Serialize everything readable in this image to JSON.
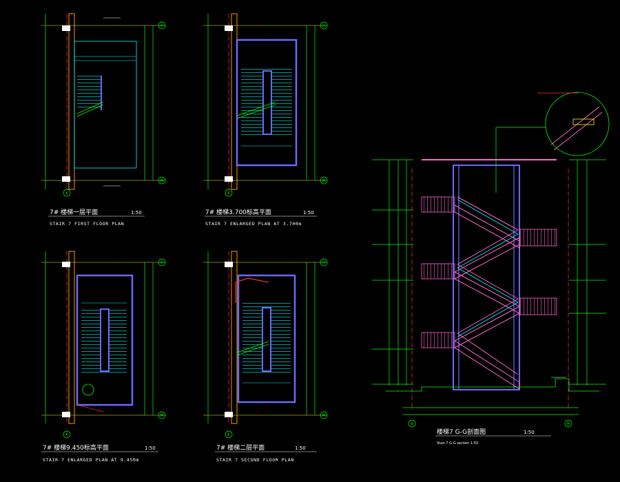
{
  "colors": {
    "background": "#000000",
    "dimension": "#00ff00",
    "axis": "#ff3030",
    "wall": "#6a6aff",
    "stair": "#00ffff",
    "column": "#ff9900",
    "railing": "#ff66cc",
    "label": "#ffffff"
  },
  "panels": [
    {
      "title": "7# 楼梯一层平面",
      "scale": "1:50",
      "subtitle": "STAIR 7 FIRST FLOOR PLAN",
      "axis_top": "H",
      "axis_bottom": "M",
      "axis_left": "K"
    },
    {
      "title": "7# 楼梯3.700标高平面",
      "scale": "1:50",
      "subtitle": "STAIR 7 ENLARGED PLAN AT 3.700m",
      "axis_top": "H",
      "axis_bottom": "M",
      "axis_left": "K"
    },
    {
      "title": "7# 楼梯9.450标高平面",
      "scale": "1:50",
      "subtitle": "STAIR 7 ENLARGED PLAN AT 9.450m",
      "axis_top": "H",
      "axis_bottom": "M",
      "axis_left": "K"
    },
    {
      "title": "7# 楼梯二层平面",
      "scale": "1:50",
      "subtitle": "STAIR 7 SECOND FLOOR PLAN",
      "axis_top": "H",
      "axis_bottom": "M",
      "axis_left": "K"
    }
  ],
  "section": {
    "title": "楼梯7 G-G剖面图",
    "scale": "1:50",
    "subtitle": "Stair 7 G-G section  1:50",
    "axis_left": "N",
    "axis_right": "M"
  }
}
